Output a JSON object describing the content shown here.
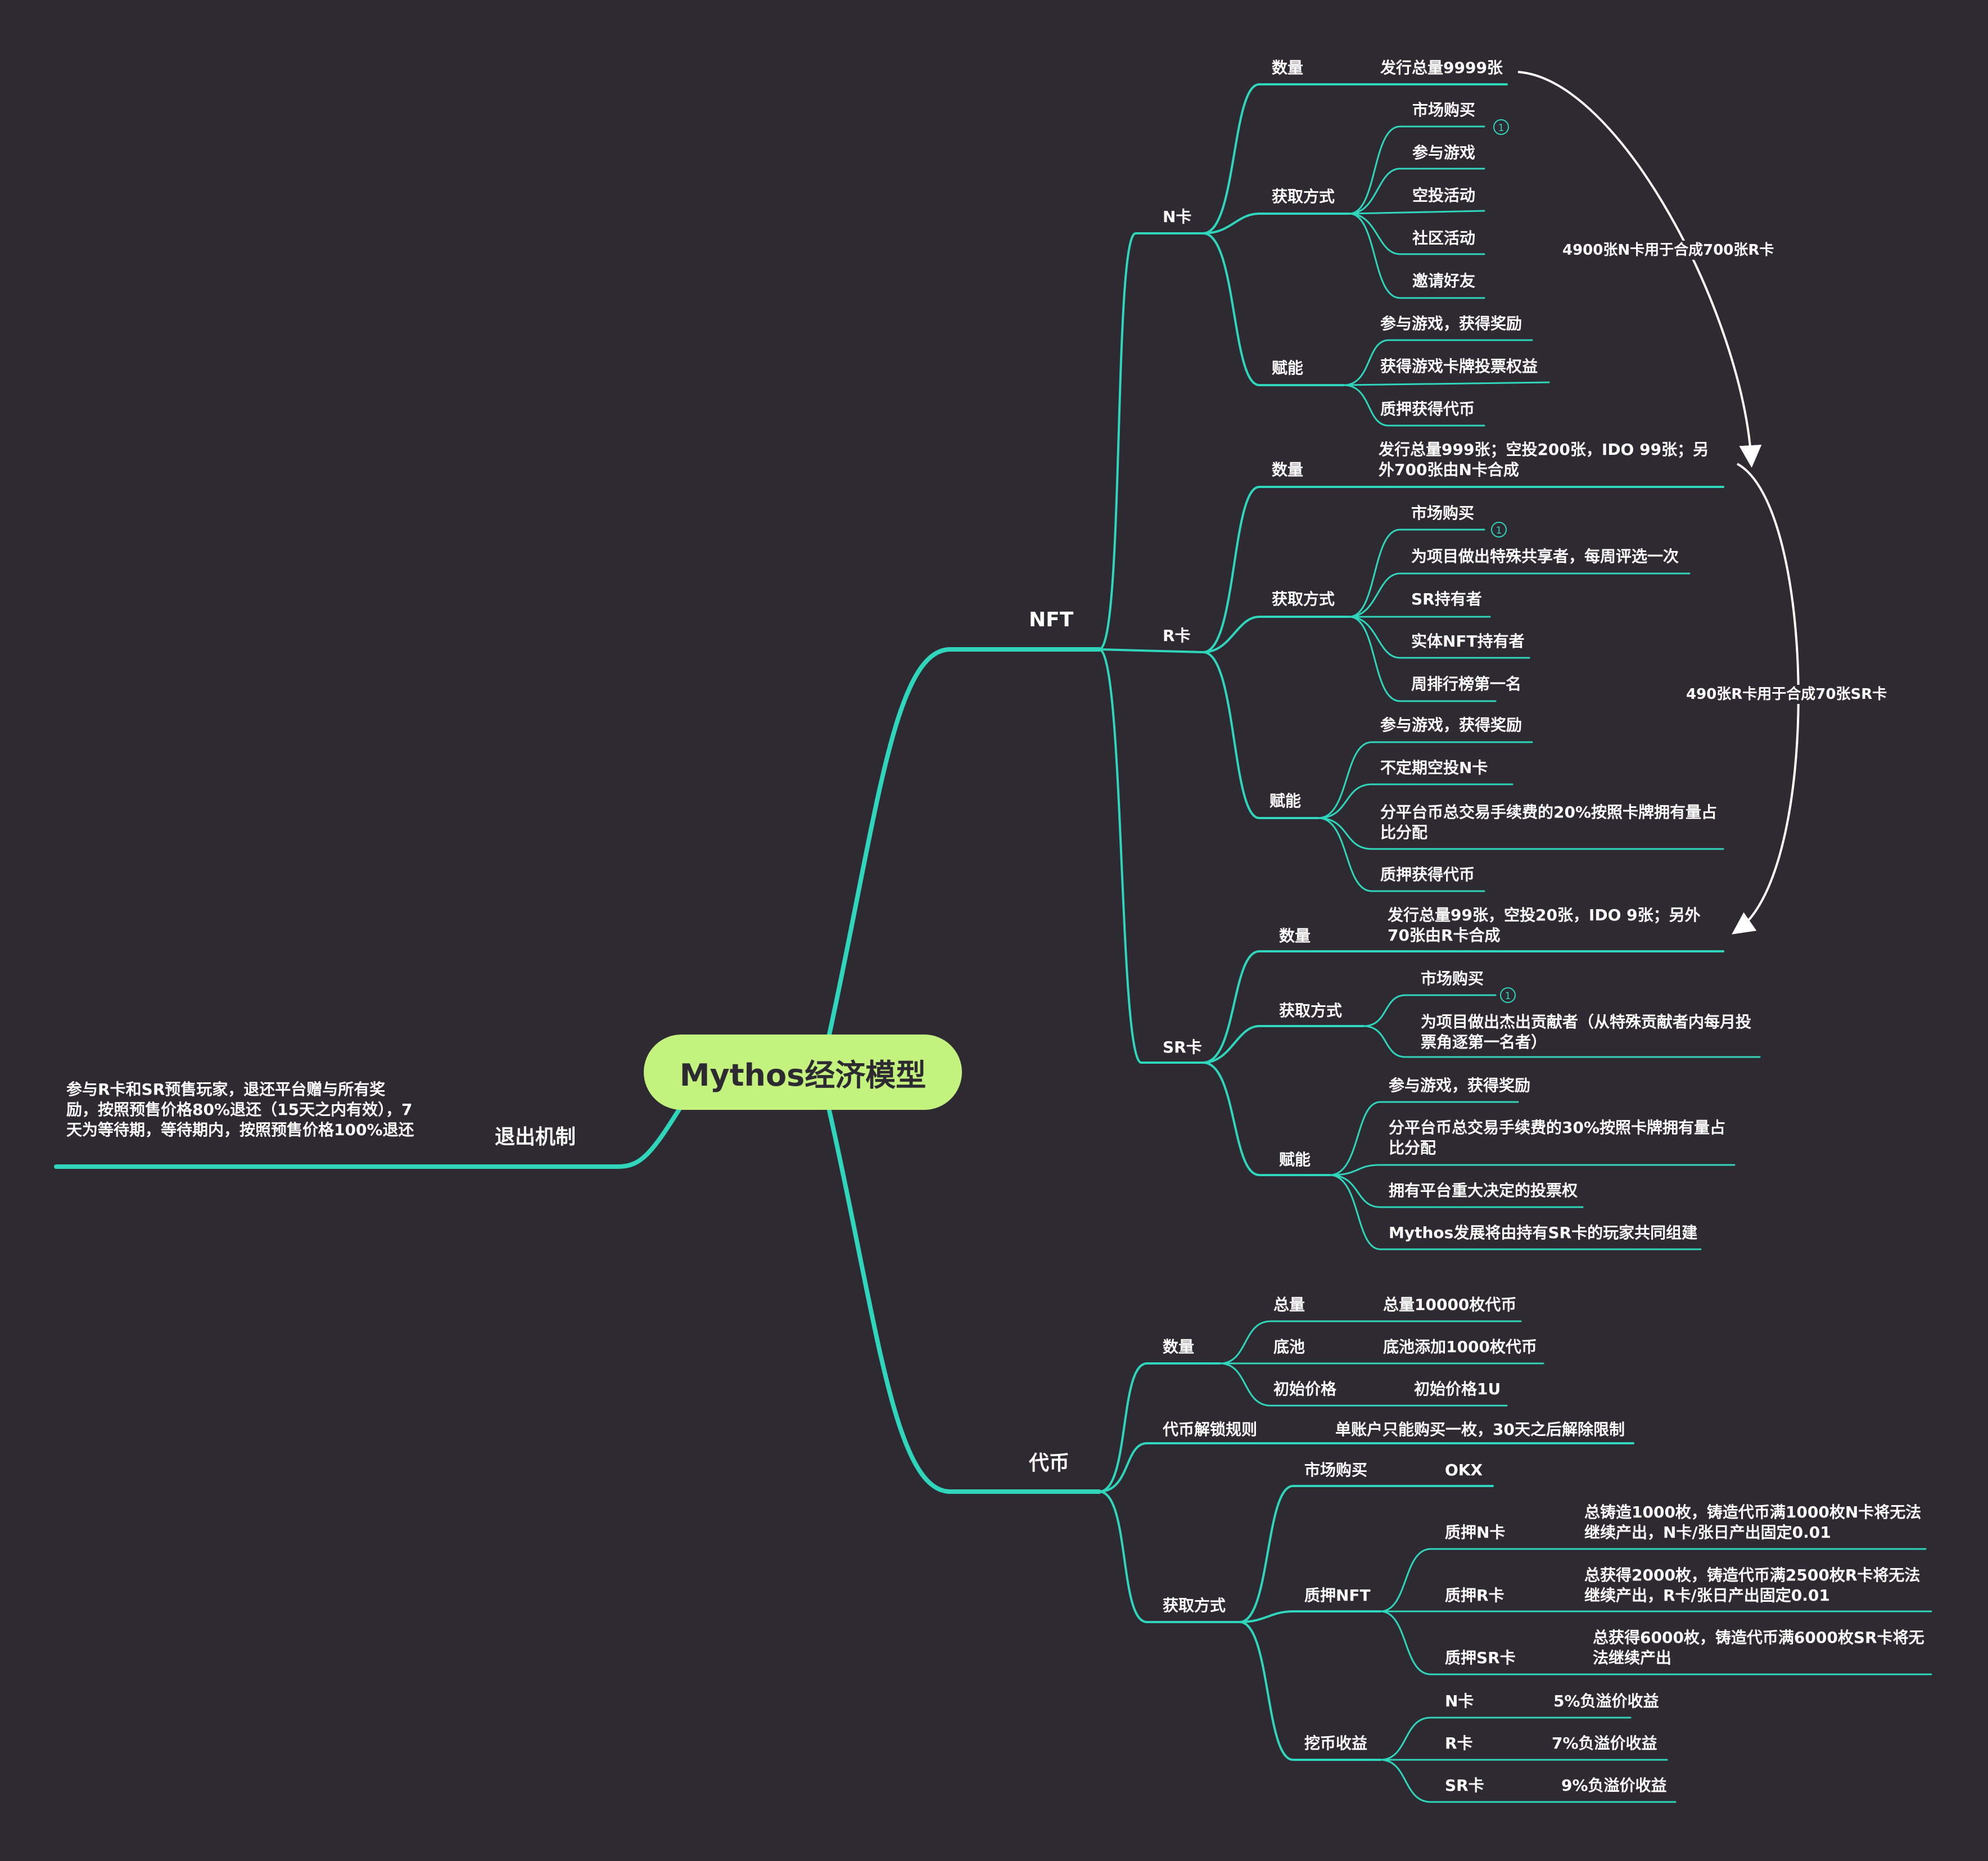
{
  "colors": {
    "background": "#2e2a32",
    "branch": "#2fd6bc",
    "root_fill": "#c4f27f",
    "root_text": "#2e2a32",
    "text": "#ffffff"
  },
  "root": "Mythos经济模型",
  "nft": {
    "label": "NFT",
    "n_card": {
      "label": "N卡",
      "quantity": {
        "label": "数量",
        "value": "发行总量9999张"
      },
      "acquire": {
        "label": "获取方式",
        "items": [
          "市场购买",
          "参与游戏",
          "空投活动",
          "社区活动",
          "邀请好友"
        ]
      },
      "empower": {
        "label": "赋能",
        "items": [
          "参与游戏，获得奖励",
          "获得游戏卡牌投票权益",
          "质押获得代币"
        ]
      }
    },
    "r_card": {
      "label": "R卡",
      "quantity": {
        "label": "数量",
        "value": "发行总量999张；空投200张，IDO 99张；另外700张由N卡合成"
      },
      "acquire": {
        "label": "获取方式",
        "items": [
          "市场购买",
          "为项目做出特殊共享者，每周评选一次",
          "SR持有者",
          "实体NFT持有者",
          "周排行榜第一名"
        ]
      },
      "empower": {
        "label": "赋能",
        "items": [
          "参与游戏，获得奖励",
          "不定期空投N卡",
          "分平台币总交易手续费的20%按照卡牌拥有量占比分配",
          "质押获得代币"
        ]
      }
    },
    "sr_card": {
      "label": "SR卡",
      "quantity": {
        "label": "数量",
        "value": "发行总量99张，空投20张，IDO 9张；另外70张由R卡合成"
      },
      "acquire": {
        "label": "获取方式",
        "items": [
          "市场购买",
          "为项目做出杰出贡献者（从特殊贡献者内每月投票角逐第一名者）"
        ]
      },
      "empower": {
        "label": "赋能",
        "items": [
          "参与游戏，获得奖励",
          "分平台币总交易手续费的30%按照卡牌拥有量占比分配",
          "拥有平台重大决定的投票权",
          "Mythos发展将由持有SR卡的玩家共同组建"
        ]
      }
    },
    "badge": "1",
    "relation_n_to_r": "4900张N卡用于合成700张R卡",
    "relation_r_to_sr": "490张R卡用于合成70张SR卡"
  },
  "token": {
    "label": "代币",
    "quantity": {
      "label": "数量",
      "items": [
        {
          "label": "总量",
          "value": "总量10000枚代币"
        },
        {
          "label": "底池",
          "value": "底池添加1000枚代币"
        },
        {
          "label": "初始价格",
          "value": "初始价格1U"
        }
      ]
    },
    "unlock": {
      "label": "代币解锁规则",
      "value": "单账户只能购买一枚，30天之后解除限制"
    },
    "acquire": {
      "label": "获取方式",
      "market": {
        "label": "市场购买",
        "value": "OKX"
      },
      "stake": {
        "label": "质押NFT",
        "items": [
          {
            "label": "质押N卡",
            "value": "总铸造1000枚，铸造代币满1000枚N卡将无法继续产出，N卡/张日产出固定0.01"
          },
          {
            "label": "质押R卡",
            "value": "总获得2000枚，铸造代币满2500枚R卡将无法继续产出，R卡/张日产出固定0.01"
          },
          {
            "label": "质押SR卡",
            "value": "总获得6000枚，铸造代币满6000枚SR卡将无法继续产出"
          }
        ]
      },
      "mining": {
        "label": "挖币收益",
        "items": [
          {
            "label": "N卡",
            "value": "5%负溢价收益"
          },
          {
            "label": "R卡",
            "value": "7%负溢价收益"
          },
          {
            "label": "SR卡",
            "value": "9%负溢价收益"
          }
        ]
      }
    }
  },
  "exit": {
    "label": "退出机制",
    "value": "参与R卡和SR预售玩家，退还平台赠与所有奖励，按照预售价格80%退还（15天之内有效），7天为等待期，等待期内，按照预售价格100%退还"
  }
}
